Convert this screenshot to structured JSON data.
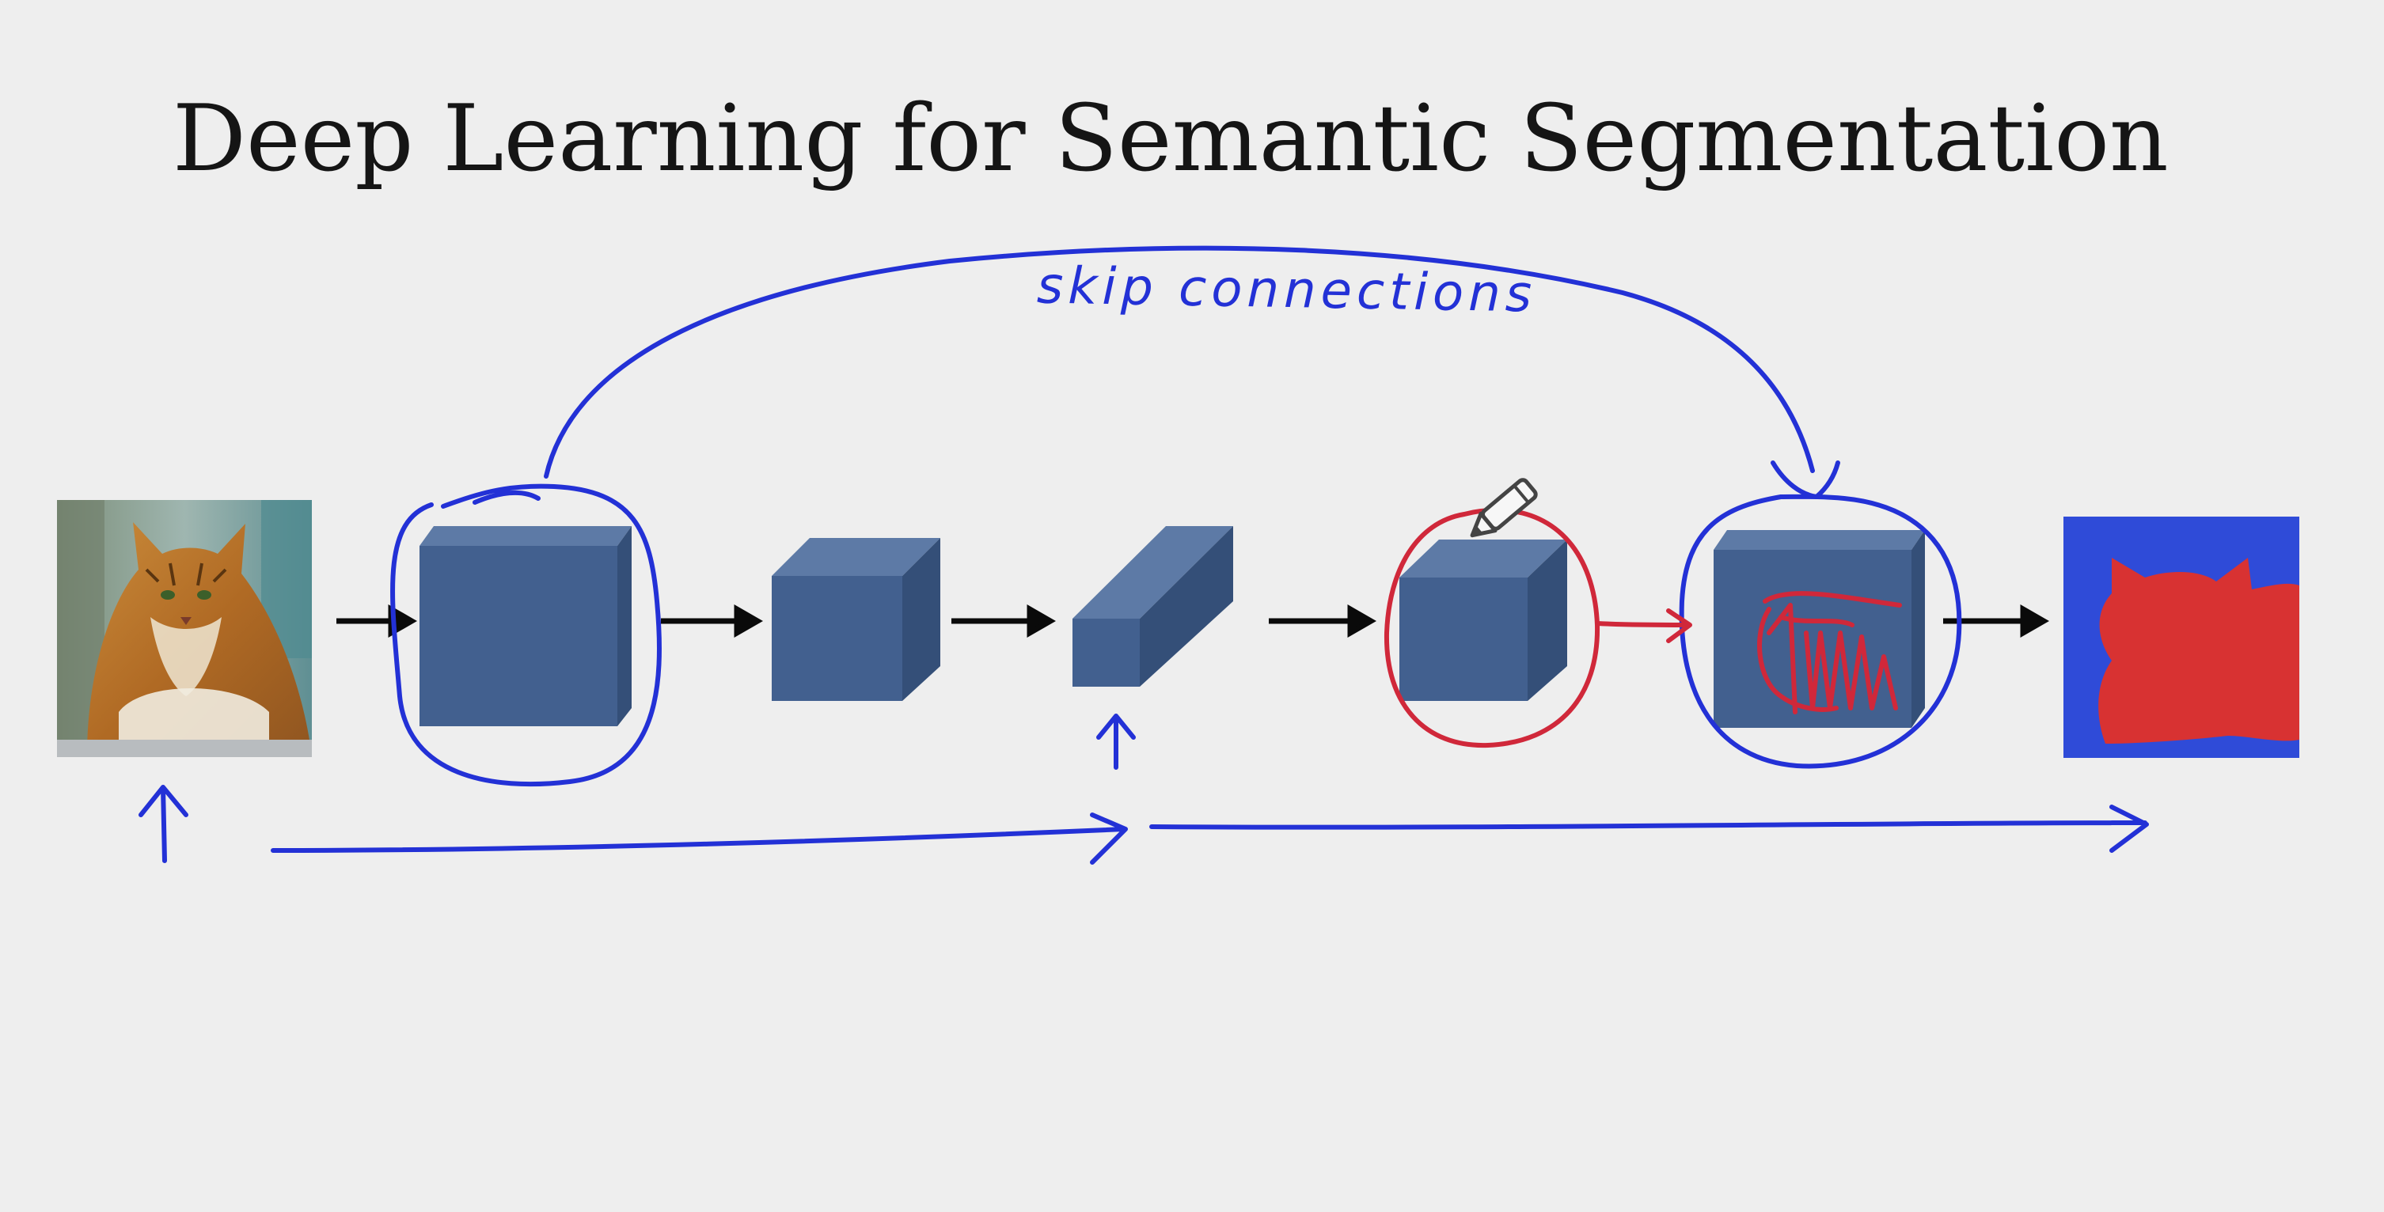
{
  "slide": {
    "title": "Deep Learning for Semantic Segmentation"
  },
  "annotations": {
    "skip_label": "skip connections"
  },
  "colors": {
    "background": "#eeeeee",
    "block_front": "#42608f",
    "block_top": "#5d7aa6",
    "block_side": "#344f78",
    "ink_blue": "#2331d6",
    "ink_red": "#d0283a",
    "mask_background": "#2f4bd8",
    "mask_cat": "#d83232",
    "arrow": "#0a0a0a"
  },
  "icons": {
    "cursor": "pencil-icon"
  },
  "diagram": {
    "stages": [
      "input-image",
      "encoder-block-1",
      "encoder-block-2",
      "bottleneck-block",
      "decoder-block-1",
      "decoder-block-2",
      "segmentation-output"
    ]
  }
}
